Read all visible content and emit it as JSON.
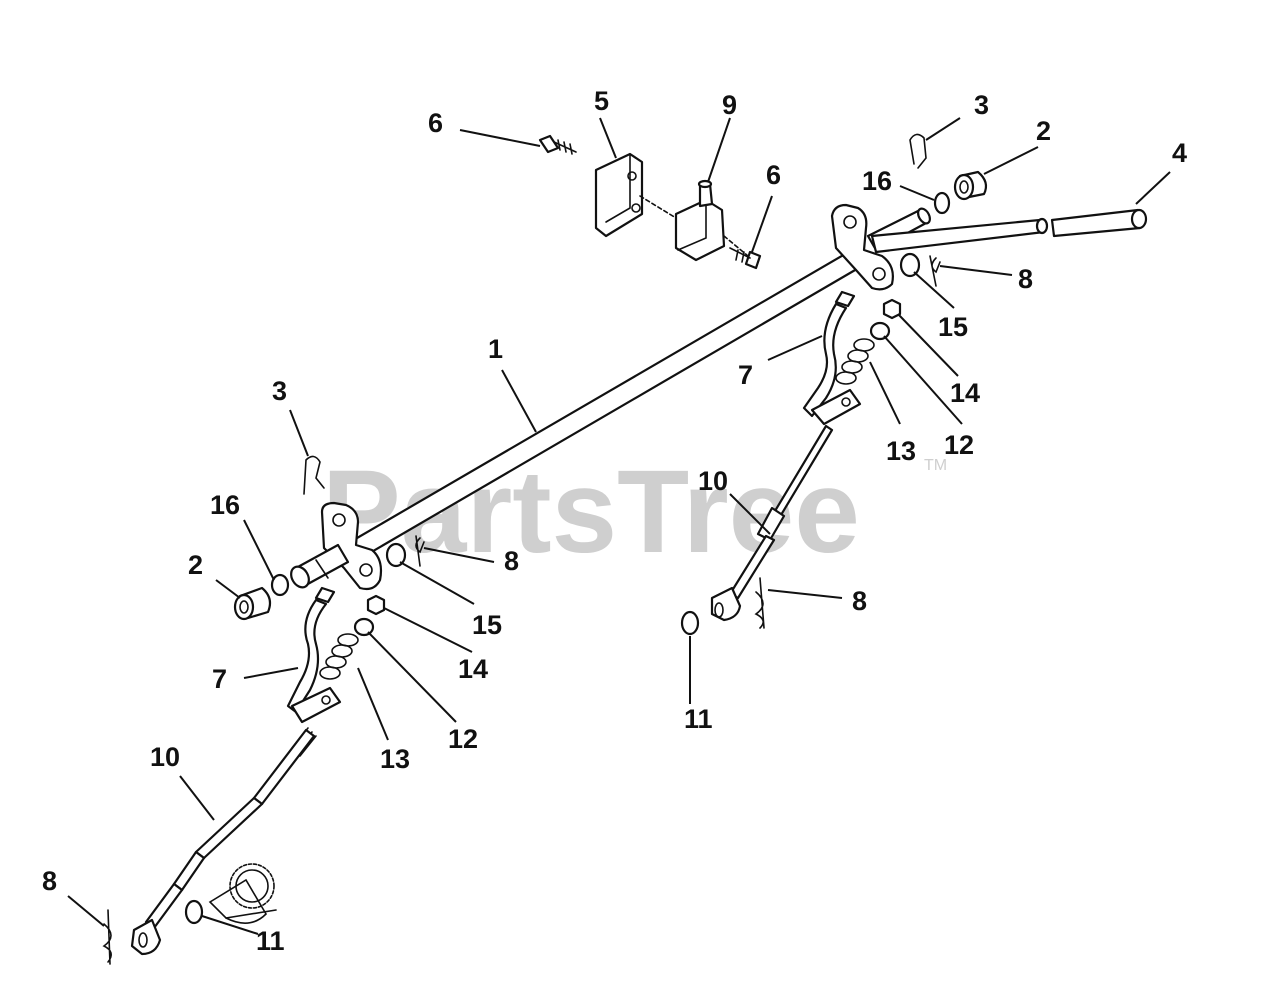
{
  "watermark": {
    "text": "PartsTree",
    "mark": "TM"
  },
  "callouts": {
    "c1": "1",
    "c2a": "2",
    "c2b": "2",
    "c3a": "3",
    "c3b": "3",
    "c4": "4",
    "c5": "5",
    "c6a": "6",
    "c6b": "6",
    "c7a": "7",
    "c7b": "7",
    "c8a": "8",
    "c8b": "8",
    "c8c": "8",
    "c8d": "8",
    "c9": "9",
    "c10a": "10",
    "c10b": "10",
    "c11a": "11",
    "c11b": "11",
    "c12a": "12",
    "c12b": "12",
    "c13a": "13",
    "c13b": "13",
    "c14a": "14",
    "c14b": "14",
    "c15a": "15",
    "c15b": "15",
    "c16a": "16",
    "c16b": "16"
  }
}
